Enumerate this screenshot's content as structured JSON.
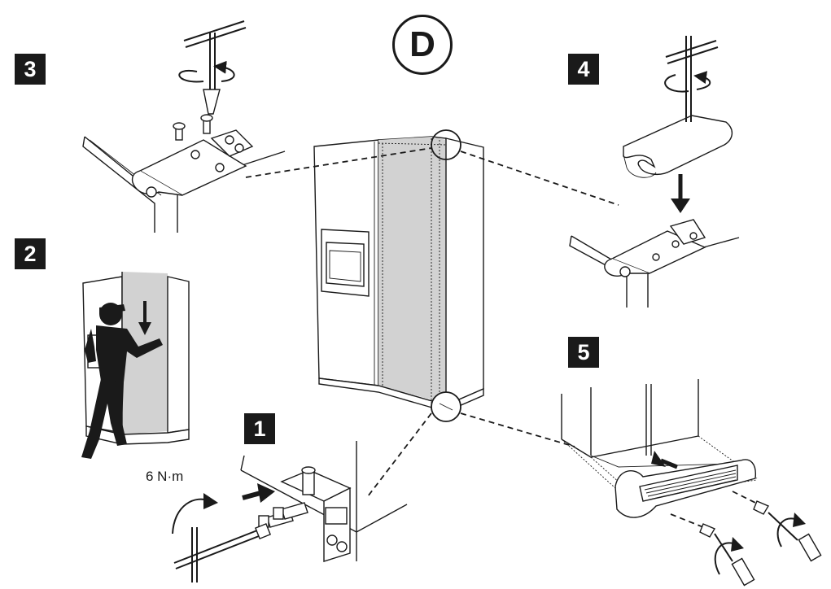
{
  "section": {
    "letter": "D"
  },
  "steps": [
    {
      "number": "1"
    },
    {
      "number": "2"
    },
    {
      "number": "3"
    },
    {
      "number": "4"
    },
    {
      "number": "5"
    }
  ],
  "annotations": {
    "torque": "6 N·m"
  },
  "colors": {
    "ink": "#1a1a1a",
    "door_fill": "#d2d2d2",
    "background": "#ffffff"
  }
}
